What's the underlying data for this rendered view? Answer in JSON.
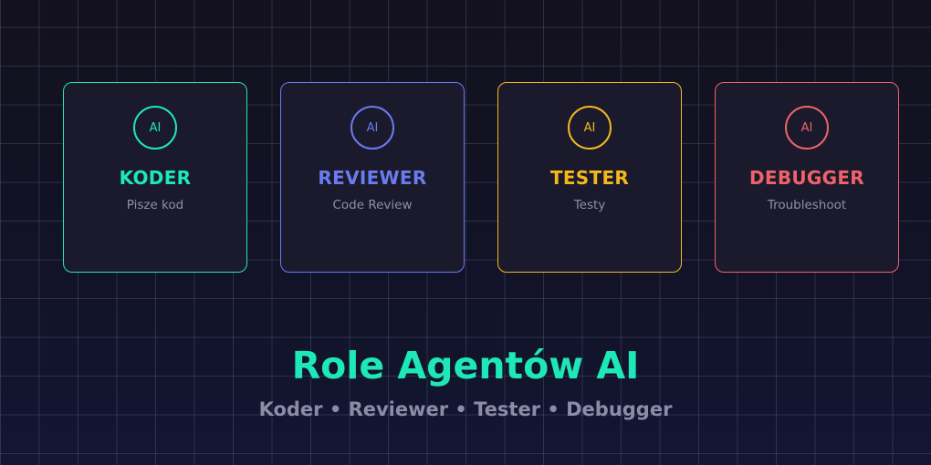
{
  "cards": [
    {
      "badge": "AI",
      "role": "KODER",
      "desc": "Pisze kod",
      "color": "#1ee8b7"
    },
    {
      "badge": "AI",
      "role": "REVIEWER",
      "desc": "Code Review",
      "color": "#6b7bf0"
    },
    {
      "badge": "AI",
      "role": "TESTER",
      "desc": "Testy",
      "color": "#f4b81c"
    },
    {
      "badge": "AI",
      "role": "DEBUGGER",
      "desc": "Troubleshoot",
      "color": "#f0626a"
    }
  ],
  "title": "Role Agentów AI",
  "subtitle": "Koder • Reviewer • Tester • Debugger"
}
